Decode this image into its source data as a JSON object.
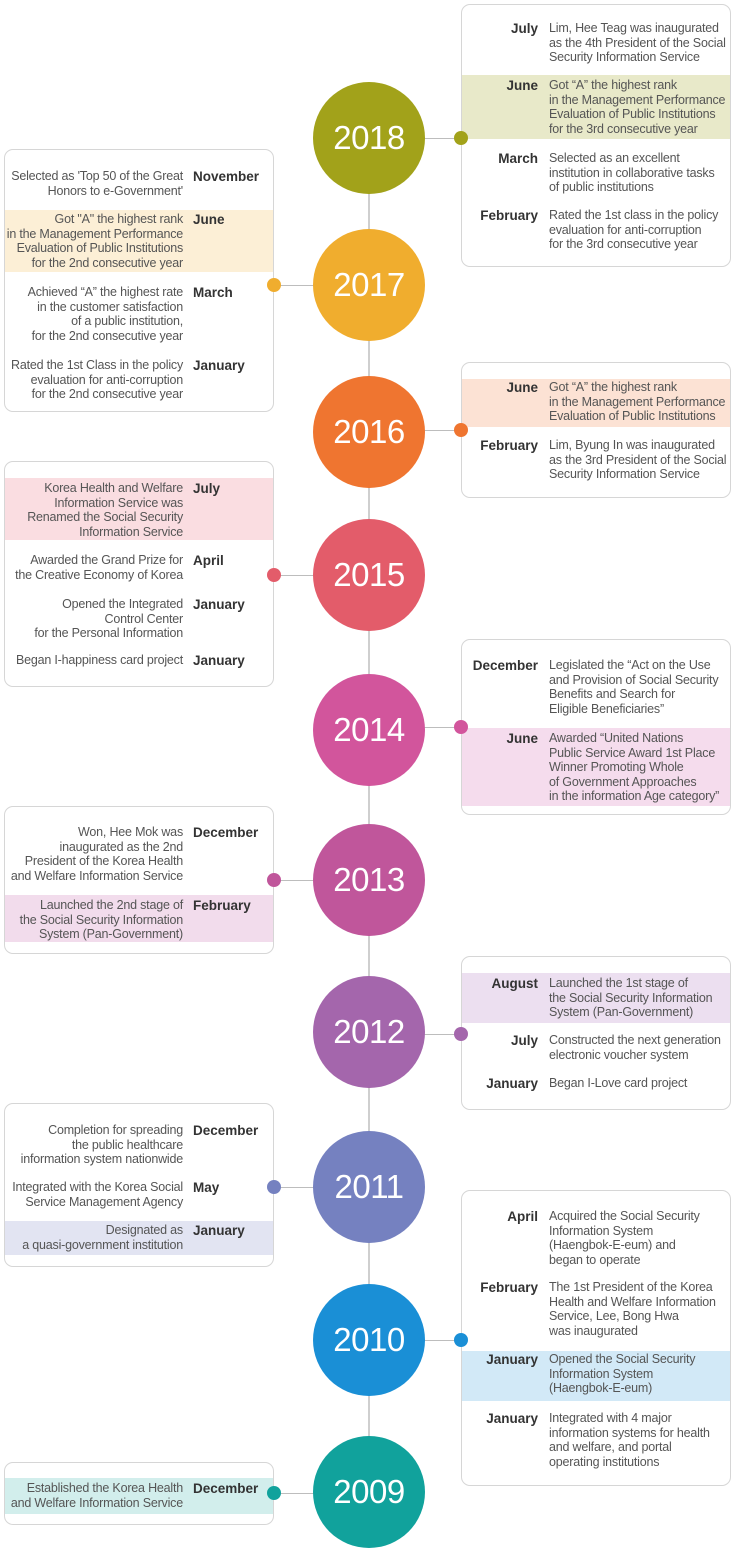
{
  "years": [
    {
      "year": "2018",
      "color": "#a2a21a",
      "side": "right",
      "highlight": "#e8e9c9",
      "events": [
        {
          "month": "July",
          "text": "Lim, Hee Teag was inaugurated\nas the 4th President of the Social\nSecurity Information Service",
          "highlighted": false
        },
        {
          "month": "June",
          "text": "Got “A” the highest rank\nin the Management Performance\nEvaluation of Public Institutions\nfor the 3rd consecutive year",
          "highlighted": true
        },
        {
          "month": "March",
          "text": "Selected as an excellent\ninstitution in collaborative tasks\nof public institutions",
          "highlighted": false
        },
        {
          "month": "February",
          "text": "Rated the 1st class in the policy\nevaluation for anti-corruption\nfor the 3rd consecutive year",
          "highlighted": false
        }
      ]
    },
    {
      "year": "2017",
      "color": "#f0ad2e",
      "side": "left",
      "highlight": "#fcefd6",
      "events": [
        {
          "month": "November",
          "text": "Selected as 'Top 50 of the Great\nHonors to e-Government'",
          "highlighted": false
        },
        {
          "month": "June",
          "text": "Got \"A\" the highest rank\nin the Management Performance\nEvaluation of Public Institutions\nfor the 2nd consecutive year",
          "highlighted": true
        },
        {
          "month": "March",
          "text": "Achieved “A” the highest rate\nin the customer satisfaction\nof a public institution,\nfor the 2nd consecutive year",
          "highlighted": false
        },
        {
          "month": "January",
          "text": "Rated the 1st Class in the policy\nevaluation for anti-corruption\nfor the 2nd consecutive year",
          "highlighted": false
        }
      ]
    },
    {
      "year": "2016",
      "color": "#ef7530",
      "side": "right",
      "highlight": "#fce2d4",
      "events": [
        {
          "month": "June",
          "text": "Got “A” the highest rank\nin the Management Performance\nEvaluation of Public Institutions",
          "highlighted": true
        },
        {
          "month": "February",
          "text": "Lim, Byung In was inaugurated\nas the 3rd President of the Social\nSecurity Information Service",
          "highlighted": false
        }
      ]
    },
    {
      "year": "2015",
      "color": "#e35c6a",
      "side": "left",
      "highlight": "#fadde1",
      "events": [
        {
          "month": "July",
          "text": "Korea Health and Welfare\nInformation Service was\nRenamed the Social Security\nInformation Service",
          "highlighted": true
        },
        {
          "month": "April",
          "text": "Awarded the Grand Prize for\nthe Creative Economy of Korea",
          "highlighted": false
        },
        {
          "month": "January",
          "text": "Opened the Integrated\nControl Center\nfor the Personal Information",
          "highlighted": false
        },
        {
          "month": "January",
          "text": "Began I-happiness card project",
          "highlighted": false
        }
      ]
    },
    {
      "year": "2014",
      "color": "#d2559c",
      "side": "right",
      "highlight": "#f5dced",
      "events": [
        {
          "month": "December",
          "text": "Legislated the “Act on the Use\nand Provision of Social Security\nBenefits and Search for\nEligible Beneficiaries”",
          "highlighted": false
        },
        {
          "month": "June",
          "text": "Awarded “United Nations\nPublic Service Award 1st Place\nWinner Promoting Whole\nof Government Approaches\nin the information Age category”",
          "highlighted": true
        }
      ]
    },
    {
      "year": "2013",
      "color": "#c0569b",
      "side": "left",
      "highlight": "#f2dcec",
      "events": [
        {
          "month": "December",
          "text": "Won, Hee Mok was\ninaugurated as the 2nd\nPresident of the Korea Health\nand Welfare Information Service",
          "highlighted": false
        },
        {
          "month": "February",
          "text": "Launched the 2nd stage of\nthe Social Security Information\nSystem (Pan-Government)",
          "highlighted": true
        }
      ]
    },
    {
      "year": "2012",
      "color": "#a466ac",
      "side": "right",
      "highlight": "#ecdff0",
      "events": [
        {
          "month": "August",
          "text": "Launched the 1st stage of\nthe Social Security Information\nSystem (Pan-Government)",
          "highlighted": true
        },
        {
          "month": "July",
          "text": "Constructed the next generation\nelectronic voucher system",
          "highlighted": false
        },
        {
          "month": "January",
          "text": "Began I-Love card project",
          "highlighted": false
        }
      ]
    },
    {
      "year": "2011",
      "color": "#7581c0",
      "side": "left",
      "highlight": "#e2e4f2",
      "events": [
        {
          "month": "December",
          "text": "Completion for spreading\nthe public healthcare\ninformation system nationwide",
          "highlighted": false
        },
        {
          "month": "May",
          "text": "Integrated with the Korea Social\nService Management Agency",
          "highlighted": false
        },
        {
          "month": "January",
          "text": "Designated as\na quasi-government institution",
          "highlighted": true
        }
      ]
    },
    {
      "year": "2010",
      "color": "#1a8fd6",
      "side": "right",
      "highlight": "#d2e9f7",
      "events": [
        {
          "month": "April",
          "text": "Acquired the Social Security\nInformation System\n(Haengbok-E-eum) and\nbegan to operate",
          "highlighted": false
        },
        {
          "month": "February",
          "text": "The 1st President of the Korea\nHealth and Welfare Information\nService, Lee, Bong Hwa\nwas inaugurated",
          "highlighted": false
        },
        {
          "month": "January",
          "text": "Opened the Social Security\nInformation System\n(Haengbok-E-eum)",
          "highlighted": true
        },
        {
          "month": "January",
          "text": "Integrated with 4 major\ninformation systems for health\nand welfare, and portal\noperating institutions",
          "highlighted": false
        }
      ]
    },
    {
      "year": "2009",
      "color": "#11a29c",
      "side": "left",
      "highlight": "#d2eeec",
      "events": [
        {
          "month": "December",
          "text": "Established the Korea Health\nand Welfare Information Service",
          "highlighted": true
        }
      ]
    }
  ]
}
